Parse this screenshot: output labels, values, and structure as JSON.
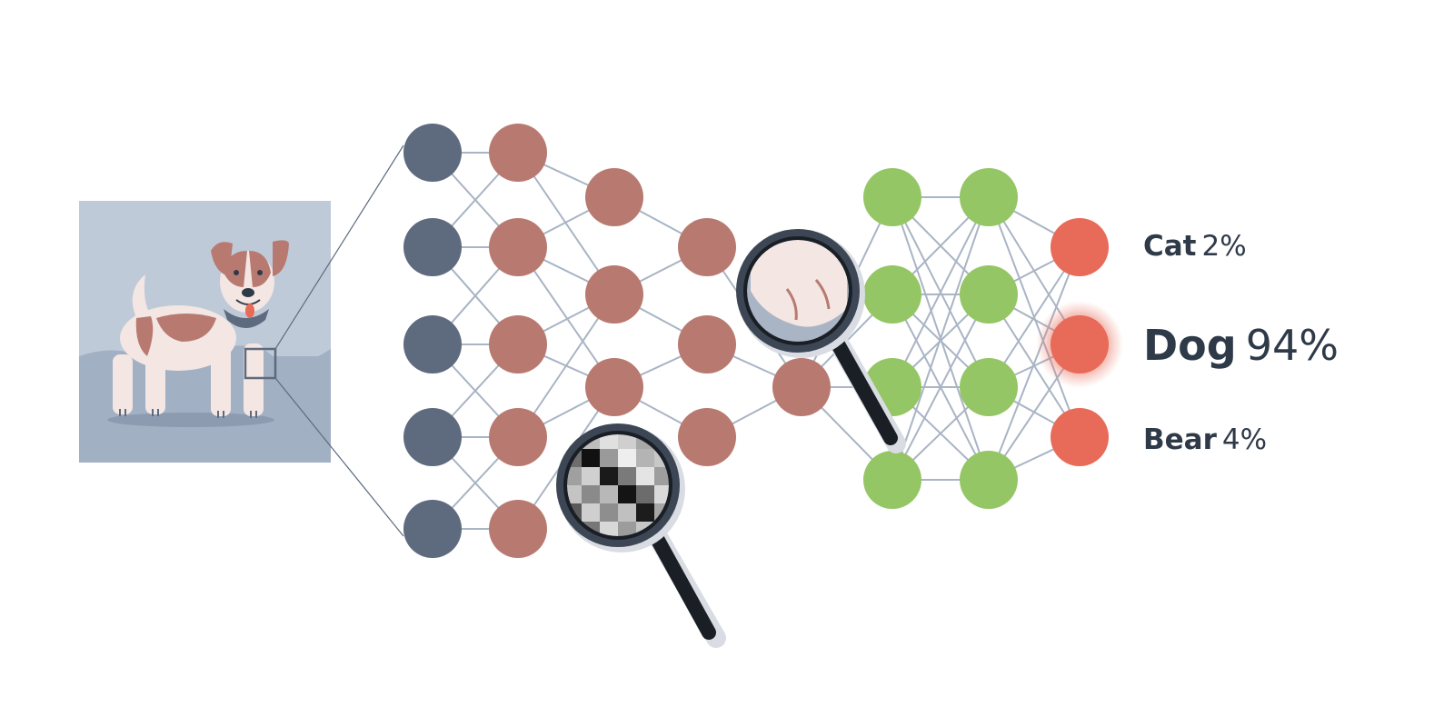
{
  "input_image": {
    "subject": "dog",
    "icon": "dog-illustration"
  },
  "layers": [
    {
      "name": "input",
      "color": "#5e6b7e",
      "count": 5
    },
    {
      "name": "conv-1",
      "color": "#b87a70",
      "count": 5
    },
    {
      "name": "conv-2",
      "color": "#b87a70",
      "count": 3
    },
    {
      "name": "conv-3",
      "color": "#b87a70",
      "count": 3
    },
    {
      "name": "conv-4",
      "color": "#b87a70",
      "count": 1
    },
    {
      "name": "dense-1",
      "color": "#95c665",
      "count": 4
    },
    {
      "name": "dense-2",
      "color": "#95c665",
      "count": 4
    },
    {
      "name": "output",
      "color": "#e86a58",
      "count": 3
    }
  ],
  "edge_color": "#a9b4c4",
  "magnifiers": [
    {
      "icon": "magnifier-pixels-icon",
      "shows": "pixel grid"
    },
    {
      "icon": "magnifier-paw-icon",
      "shows": "dog paw"
    }
  ],
  "predictions": [
    {
      "label": "Cat",
      "percent": "2%",
      "highlighted": false
    },
    {
      "label": "Dog",
      "percent": "94%",
      "highlighted": true
    },
    {
      "label": "Bear",
      "percent": "4%",
      "highlighted": false
    }
  ],
  "colors": {
    "highlight_glow": "#e86a58",
    "text": "#2f3a48"
  }
}
